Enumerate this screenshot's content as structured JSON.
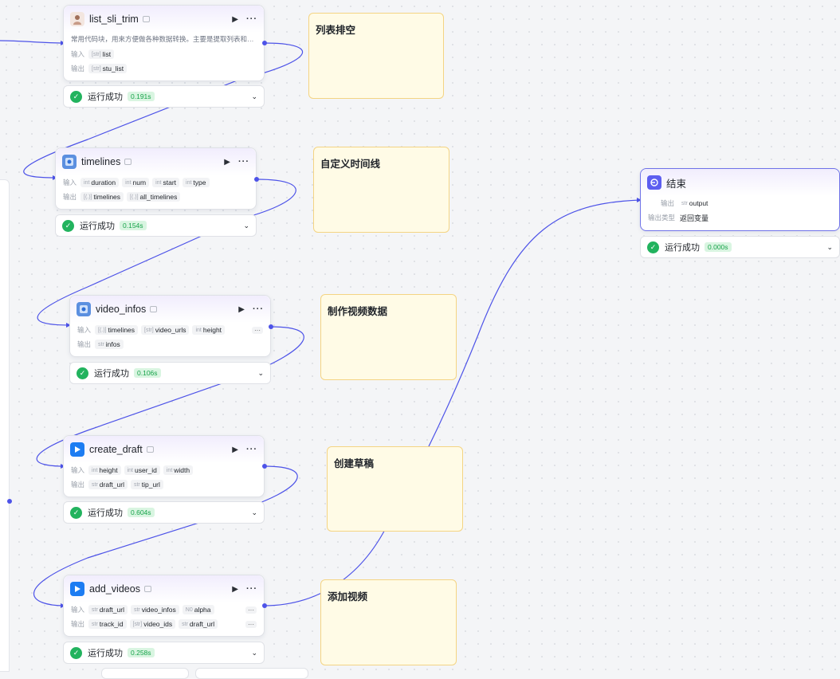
{
  "colors": {
    "edge": "#4d53e8",
    "note_bg": "#fffbe6",
    "note_border": "#f4d483",
    "success": "#22b35e"
  },
  "nodes": {
    "list_sli_trim": {
      "title": "list_sli_trim",
      "desc": "常用代码块，用来方便做各种数据转换。主要是提取列表和列表…",
      "input_label": "输入",
      "output_label": "输出",
      "inputs": [
        {
          "type": "[str]",
          "name": "list"
        }
      ],
      "outputs": [
        {
          "type": "[str]",
          "name": "stu_list"
        }
      ],
      "status": "运行成功",
      "time": "0.191s",
      "icon": "avatar-icon"
    },
    "timelines": {
      "title": "timelines",
      "input_label": "输入",
      "output_label": "输出",
      "inputs": [
        {
          "type": "int",
          "name": "duration"
        },
        {
          "type": "int",
          "name": "num"
        },
        {
          "type": "int",
          "name": "start"
        },
        {
          "type": "int",
          "name": "type"
        }
      ],
      "outputs": [
        {
          "type": "[(.)]",
          "name": "timelines"
        },
        {
          "type": "[(.)]",
          "name": "all_timelines"
        }
      ],
      "status": "运行成功",
      "time": "0.154s",
      "icon": "plugin-icon"
    },
    "video_infos": {
      "title": "video_infos",
      "input_label": "输入",
      "output_label": "输出",
      "inputs": [
        {
          "type": "[(.)]",
          "name": "timelines"
        },
        {
          "type": "[str]",
          "name": "video_urls"
        },
        {
          "type": "int",
          "name": "height"
        }
      ],
      "outputs": [
        {
          "type": "str",
          "name": "infos"
        }
      ],
      "more": "···",
      "status": "运行成功",
      "time": "0.106s",
      "icon": "plugin-icon"
    },
    "create_draft": {
      "title": "create_draft",
      "input_label": "输入",
      "output_label": "输出",
      "inputs": [
        {
          "type": "int",
          "name": "height"
        },
        {
          "type": "int",
          "name": "user_id"
        },
        {
          "type": "int",
          "name": "width"
        }
      ],
      "outputs": [
        {
          "type": "str",
          "name": "draft_url"
        },
        {
          "type": "str",
          "name": "tip_url"
        }
      ],
      "status": "运行成功",
      "time": "0.604s",
      "icon": "capcut-icon"
    },
    "add_videos": {
      "title": "add_videos",
      "input_label": "输入",
      "output_label": "输出",
      "inputs": [
        {
          "type": "str",
          "name": "draft_url"
        },
        {
          "type": "str",
          "name": "video_infos"
        },
        {
          "type": "N0",
          "name": "alpha"
        }
      ],
      "outputs": [
        {
          "type": "str",
          "name": "track_id"
        },
        {
          "type": "[str]",
          "name": "video_ids"
        },
        {
          "type": "str",
          "name": "draft_url"
        }
      ],
      "more": "···",
      "status": "运行成功",
      "time": "0.258s",
      "icon": "capcut-icon"
    },
    "end": {
      "title": "结束",
      "output_label": "输出",
      "outputs": [
        {
          "type": "str",
          "name": "output"
        }
      ],
      "output_type_label": "输出类型",
      "output_type_value": "返回变量",
      "status": "运行成功",
      "time": "0.000s",
      "icon": "end-icon"
    }
  },
  "notes": [
    "列表排空",
    "自定义时间线",
    "制作视频数据",
    "创建草稿",
    "添加视频"
  ],
  "controls": {
    "run": "▶",
    "more": "···",
    "chevron": "⌄",
    "check": "✓"
  }
}
